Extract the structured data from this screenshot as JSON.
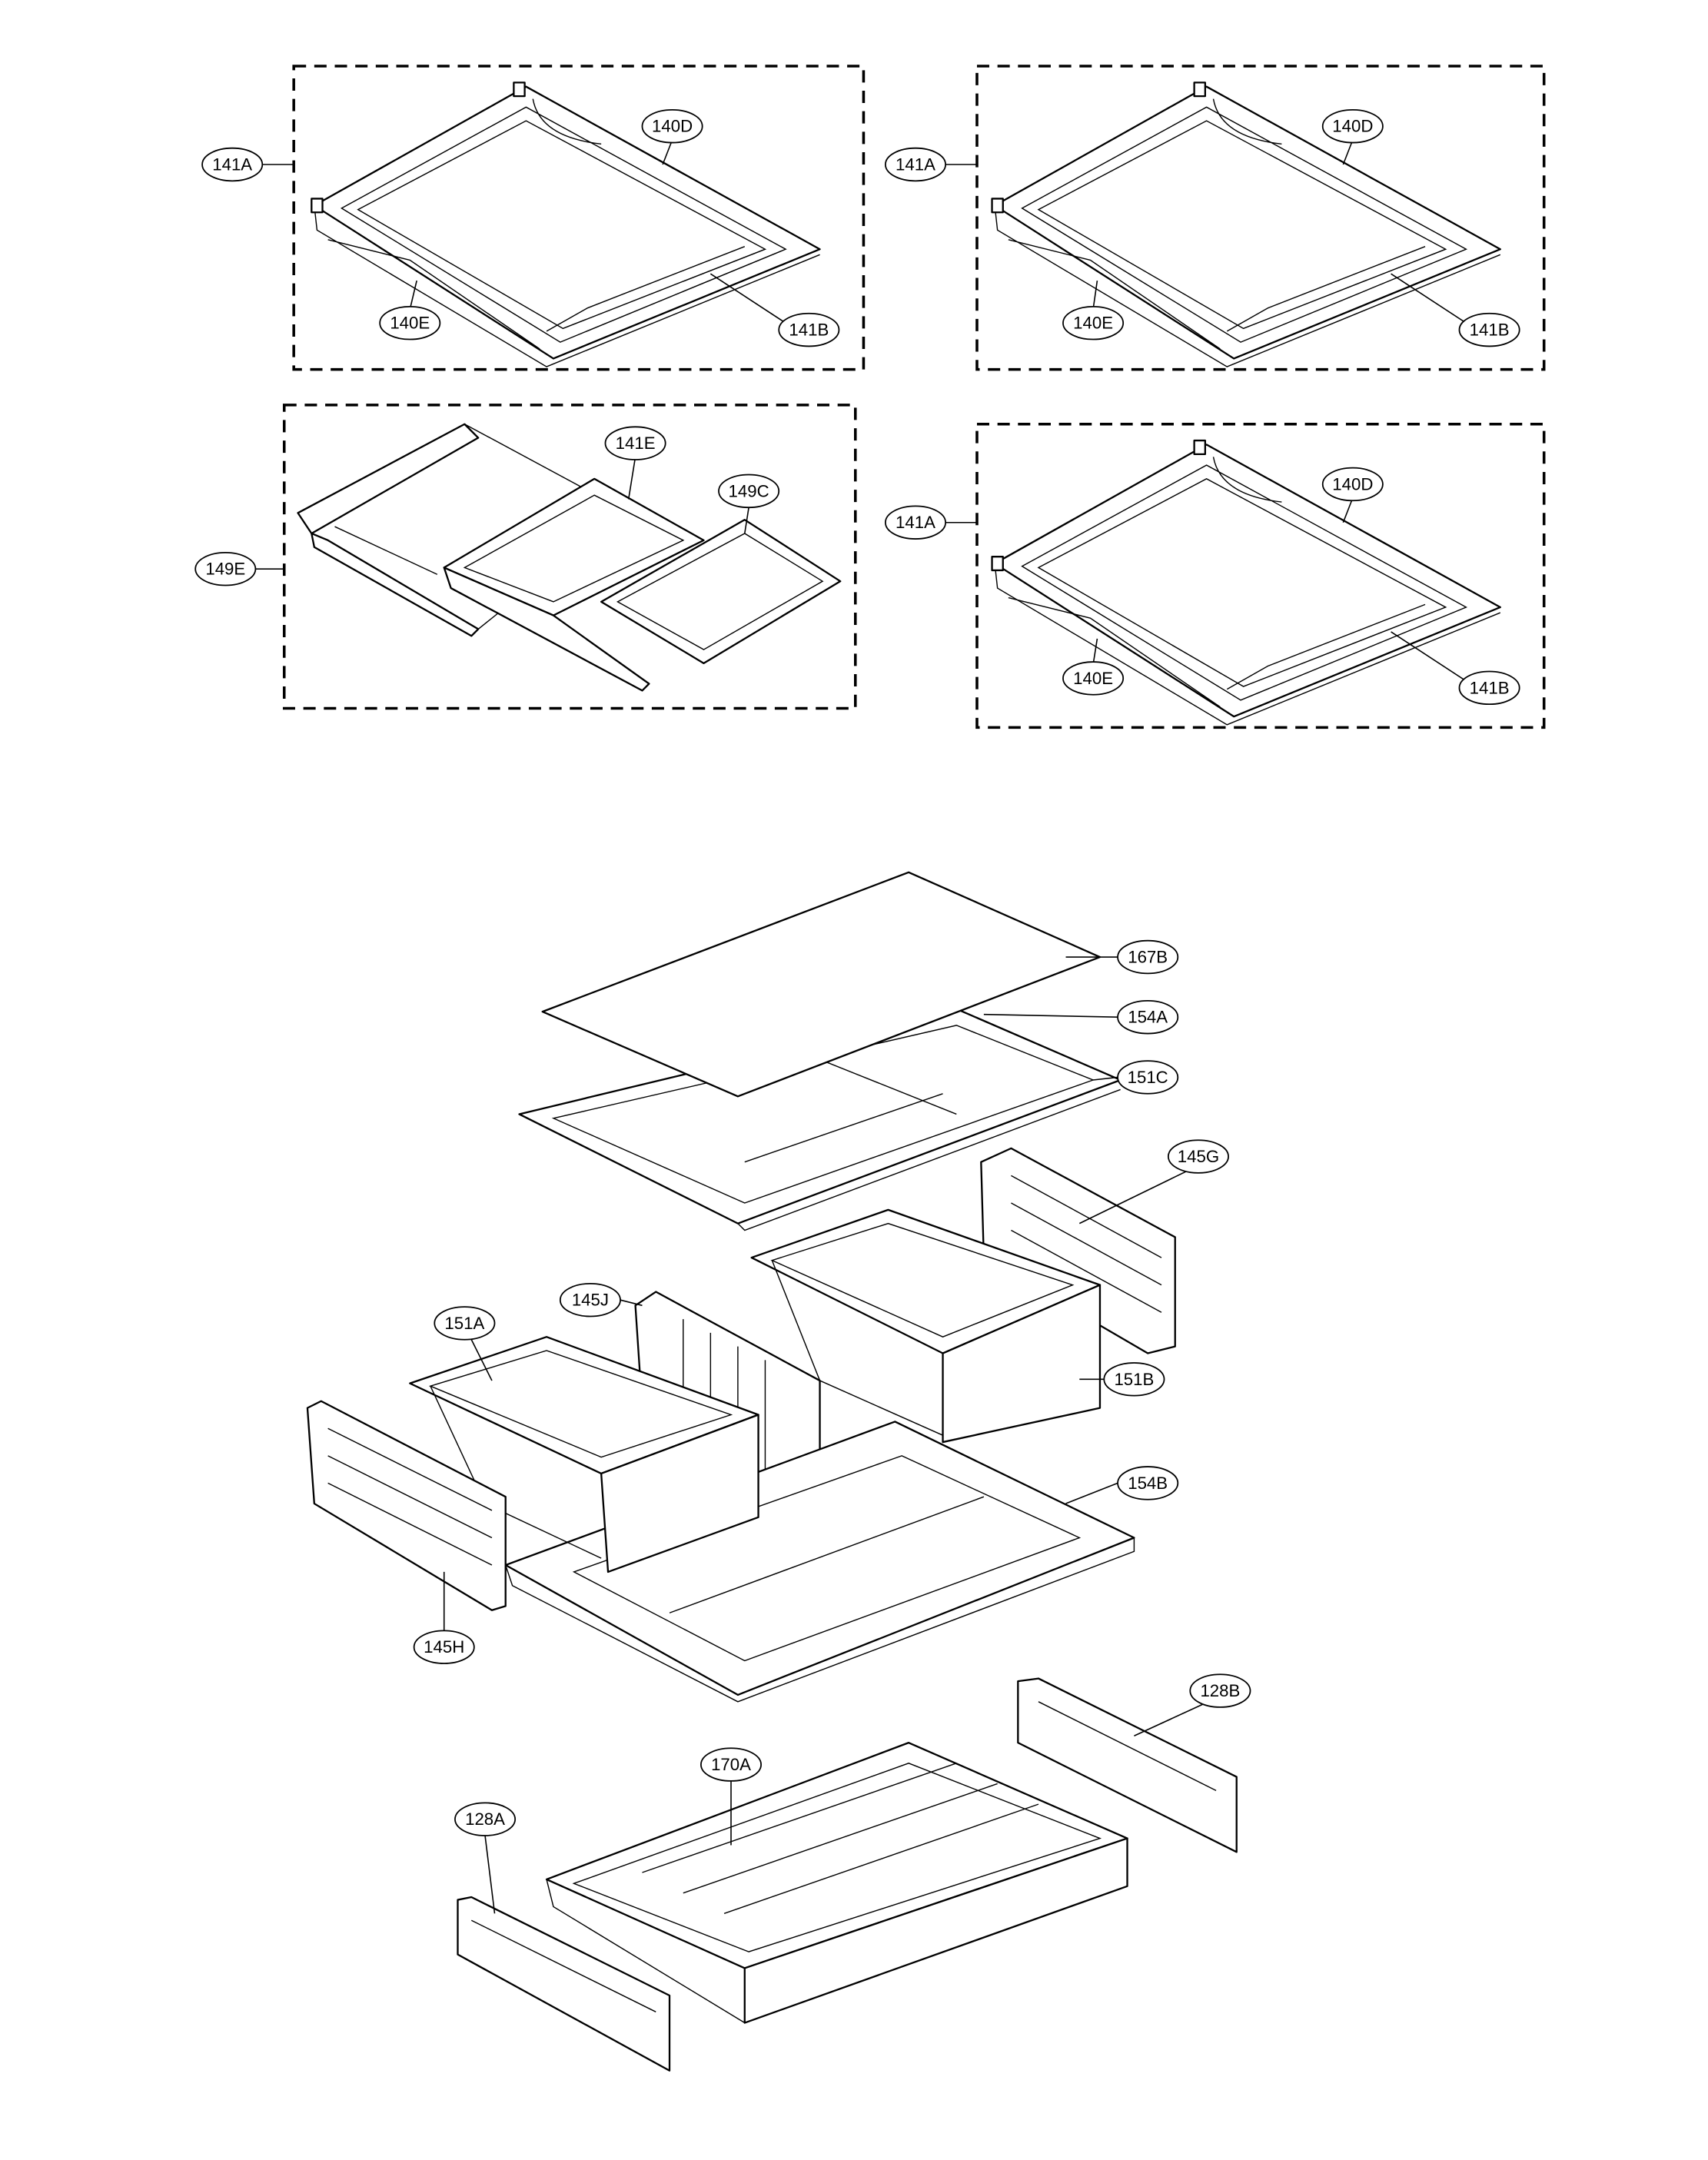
{
  "diagram": {
    "shelf_assembly_1": {
      "labels": [
        "141A",
        "140D",
        "140E",
        "141B"
      ]
    },
    "shelf_assembly_2": {
      "labels": [
        "141A",
        "140D",
        "140E",
        "141B"
      ]
    },
    "shelf_assembly_3": {
      "labels": [
        "149E",
        "141E",
        "149C"
      ]
    },
    "shelf_assembly_4": {
      "labels": [
        "141A",
        "140D",
        "140E",
        "141B"
      ]
    },
    "crisper_assembly": {
      "labels": [
        "167B",
        "154A",
        "151C",
        "145G",
        "145J",
        "151A",
        "151B",
        "154B",
        "145H",
        "128B",
        "170A",
        "128A"
      ]
    }
  }
}
